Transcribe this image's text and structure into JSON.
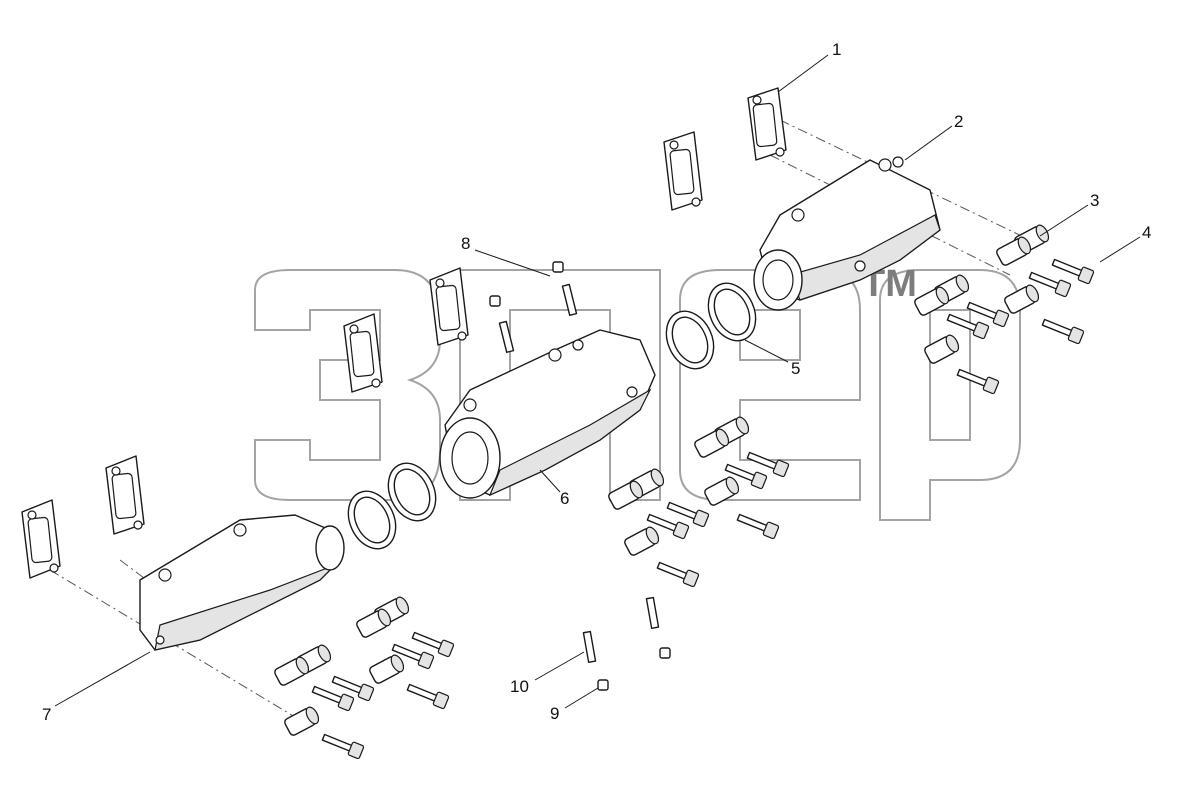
{
  "watermark": {
    "tm": "TM"
  },
  "callouts": [
    {
      "id": "1",
      "text": "1"
    },
    {
      "id": "2",
      "text": "2"
    },
    {
      "id": "3",
      "text": "3"
    },
    {
      "id": "4",
      "text": "4"
    },
    {
      "id": "5",
      "text": "5"
    },
    {
      "id": "6",
      "text": "6"
    },
    {
      "id": "7",
      "text": "7"
    },
    {
      "id": "8",
      "text": "8"
    },
    {
      "id": "9",
      "text": "9"
    },
    {
      "id": "10",
      "text": "10"
    }
  ],
  "colors": {
    "ink": "#1a1a1a",
    "watermark": "#9a9a9a",
    "background": "#ffffff"
  }
}
